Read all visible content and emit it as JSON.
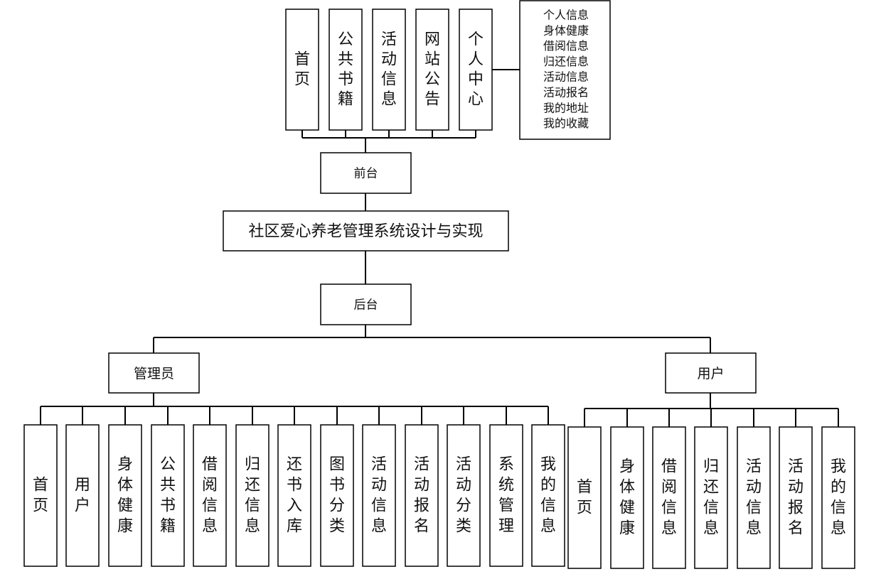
{
  "root": {
    "label": "社区爱心养老管理系统设计与实现"
  },
  "frontend": {
    "label": "前台",
    "items": [
      "首页",
      "公共书籍",
      "活动信息",
      "网站公告",
      "个人中心"
    ],
    "personal_center_items": [
      "个人信息",
      "身体健康",
      "借阅信息",
      "归还信息",
      "活动信息",
      "活动报名",
      "我的地址",
      "我的收藏"
    ]
  },
  "backend": {
    "label": "后台",
    "admin": {
      "label": "管理员",
      "items": [
        "首页",
        "用户",
        "身体健康",
        "公共书籍",
        "借阅信息",
        "归还信息",
        "还书入库",
        "图书分类",
        "活动信息",
        "活动报名",
        "活动分类",
        "系统管理",
        "我的信息"
      ]
    },
    "user": {
      "label": "用户",
      "items": [
        "首页",
        "身体健康",
        "借阅信息",
        "归还信息",
        "活动信息",
        "活动报名",
        "我的信息"
      ]
    }
  }
}
